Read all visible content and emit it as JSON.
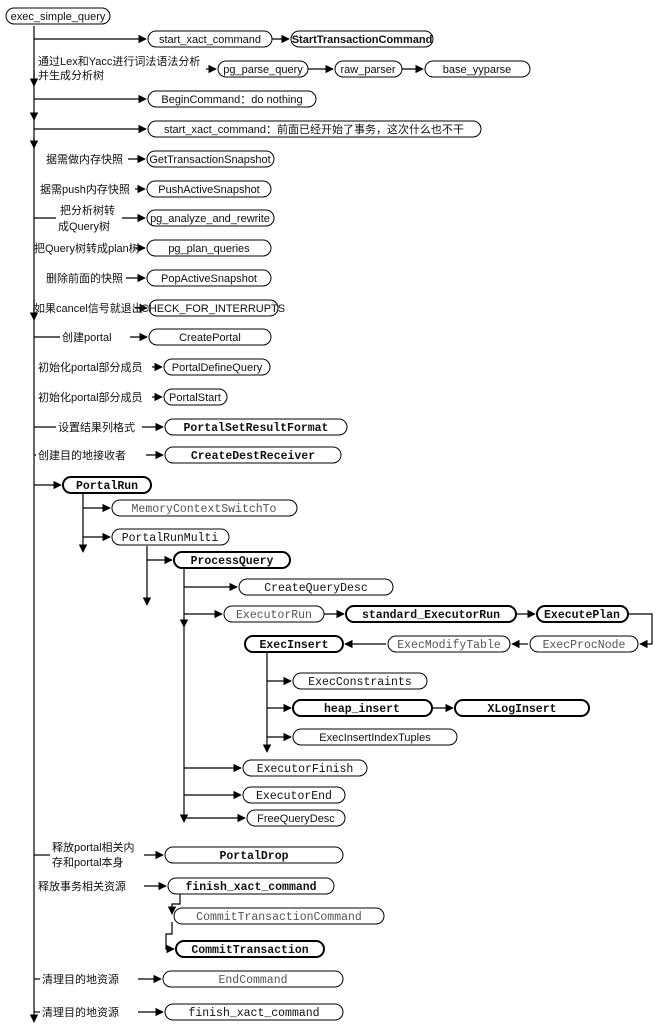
{
  "nodes": {
    "root": "exec_simple_query",
    "start_xact_command_1": "start_xact_command",
    "StartTransactionCommand": "StartTransactionCommand",
    "pg_parse_query": "pg_parse_query",
    "raw_parser": "raw_parser",
    "base_yyparse": "base_yyparse",
    "BeginCommand": "BeginCommand：do nothing",
    "start_xact_command_2": "start_xact_command：前面已经开始了事务，这次什么也不干",
    "GetTransactionSnapshot": "GetTransactionSnapshot",
    "PushActiveSnapshot": "PushActiveSnapshot",
    "pg_analyze_and_rewrite": "pg_analyze_and_rewrite",
    "pg_plan_queries": "pg_plan_queries",
    "PopActiveSnapshot": "PopActiveSnapshot",
    "CHECK_FOR_INTERRUPTS": "CHECK_FOR_INTERRUPTS",
    "CreatePortal": "CreatePortal",
    "PortalDefineQuery": "PortalDefineQuery",
    "PortalStart": "PortalStart",
    "PortalSetResultFormat": "PortalSetResultFormat",
    "CreateDestReceiver": "CreateDestReceiver",
    "PortalRun": "PortalRun",
    "MemoryContextSwitchTo": "MemoryContextSwitchTo",
    "PortalRunMulti": "PortalRunMulti",
    "ProcessQuery": "ProcessQuery",
    "CreateQueryDesc": "CreateQueryDesc",
    "ExecutorRun": "ExecutorRun",
    "standard_ExecutorRun": "standard_ExecutorRun",
    "ExecutePlan": "ExecutePlan",
    "ExecProcNode": "ExecProcNode",
    "ExecModifyTable": "ExecModifyTable",
    "ExecInsert": "ExecInsert",
    "ExecConstraints": "ExecConstraints",
    "heap_insert": "heap_insert",
    "XLogInsert": "XLogInsert",
    "ExecInsertIndexTuples": "ExecInsertIndexTuples",
    "ExecutorFinish": "ExecutorFinish",
    "ExecutorEnd": "ExecutorEnd",
    "FreeQueryDesc": "FreeQueryDesc",
    "PortalDrop": "PortalDrop",
    "finish_xact_command_1": "finish_xact_command",
    "CommitTransactionCommand": "CommitTransactionCommand",
    "CommitTransaction": "CommitTransaction",
    "EndCommand": "EndCommand",
    "finish_xact_command_2": "finish_xact_command"
  },
  "notes": {
    "parse_1": "通过Lex和Yacc进行词法语法分析",
    "parse_2": "并生成分析树",
    "snapshot": "据需做内存快照",
    "push": "据需push内存快照",
    "analyze_1": "把分析树转",
    "analyze_2": "成Query树",
    "plan": "把Query树转成plan树",
    "pop": "删除前面的快照",
    "cancel": "如果cancel信号就退出",
    "create_portal": "创建portal",
    "init_1": "初始化portal部分成员",
    "init_2": "初始化portal部分成员",
    "result_format": "设置结果列格式",
    "dest": "创建目的地接收者",
    "drop_1": "释放portal相关内",
    "drop_2": "存和portal本身",
    "release": "释放事务相关资源",
    "cleanup_1": "清理目的地资源",
    "cleanup_2": "清理目的地资源"
  }
}
